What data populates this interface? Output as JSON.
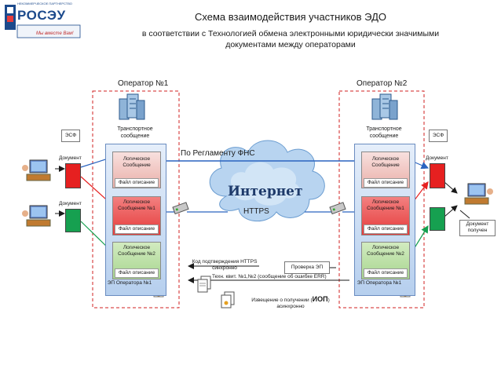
{
  "logo": {
    "name": "РОСЭУ",
    "top_line": "НЕКОММЕРЧЕСКОЕ ПАРТНЕРСТВО",
    "slogan": "Мы вместе Вам!"
  },
  "title": "Схема взаимодействия участников ЭДО",
  "subtitle_line1": "в соответствии с  Технологией обмена электронными юридически значимыми",
  "subtitle_line2": "документами между операторами",
  "operator1": {
    "title": "Оператор №1",
    "transport": "Транспортное сообщение",
    "messages": [
      {
        "label": "Логическое Сообщение",
        "file": "Файл описание"
      },
      {
        "label": "Логическое Сообщение №1",
        "file": "Файл описание"
      },
      {
        "label": "Логическое Сообщение №2",
        "file": "Файл описание"
      }
    ],
    "signature": "ЭП Оператора №1",
    "esf": "ЭСФ",
    "doc1": "Документ",
    "doc2": "Документ"
  },
  "operator2": {
    "title": "Оператор №2",
    "transport": "Транспортное сообщение",
    "messages": [
      {
        "label": "Логическое Сообщение",
        "file": "Файл описание"
      },
      {
        "label": "Логическое Сообщение №1",
        "file": "Файл описание"
      },
      {
        "label": "Логическое Сообщение №2",
        "file": "Файл описание"
      }
    ],
    "signature": "ЭП Оператора №1",
    "esf": "ЭСФ",
    "doc": "Документ",
    "doc_received": "Документ получен"
  },
  "center": {
    "regulation": "По Регламенту ФНС",
    "internet": "Интернет",
    "https": "HTTPS",
    "confirm_line1": "Код подтверждения HTTPS",
    "confirm_line2": "синхронно",
    "check_ep": "Проверка ЭП",
    "receipt": "Техн. квит. №1,№2 (сообщение  об ошибке ERR)",
    "notice_prefix": "Извещение о получении (",
    "notice_bold": "ИОП",
    "notice_suffix": ")",
    "notice_line2": "асинхронно"
  },
  "colors": {
    "red": "#e62020",
    "green": "#16a050",
    "blue_arrow": "#2a64c0",
    "panel": "#c8dbf3"
  }
}
